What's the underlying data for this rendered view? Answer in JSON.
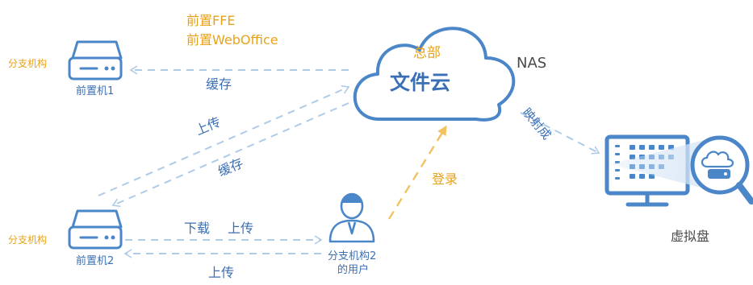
{
  "cloud": {
    "line1": "总部",
    "line2": "文件云"
  },
  "nas_label": "NAS",
  "front_labels": {
    "line1": "前置FFE",
    "line2": "前置WebOffice"
  },
  "branch1": {
    "org": "分支机构",
    "device": "前置机1"
  },
  "branch2": {
    "org": "分支机构",
    "device": "前置机2"
  },
  "edges": {
    "cache_top": "缓存",
    "upload_diag": "上传",
    "cache_diag": "缓存",
    "download": "下载",
    "upload_mid": "上传",
    "upload_bottom": "上传",
    "login": "登录",
    "map_to": "映射成"
  },
  "user": {
    "line1": "分支机构2",
    "line2": "的用户"
  },
  "virtual_disk": "虚拟盘",
  "colors": {
    "primary": "#4a86c8",
    "accent": "#e8a21a",
    "dashed": "#aecbe8"
  }
}
